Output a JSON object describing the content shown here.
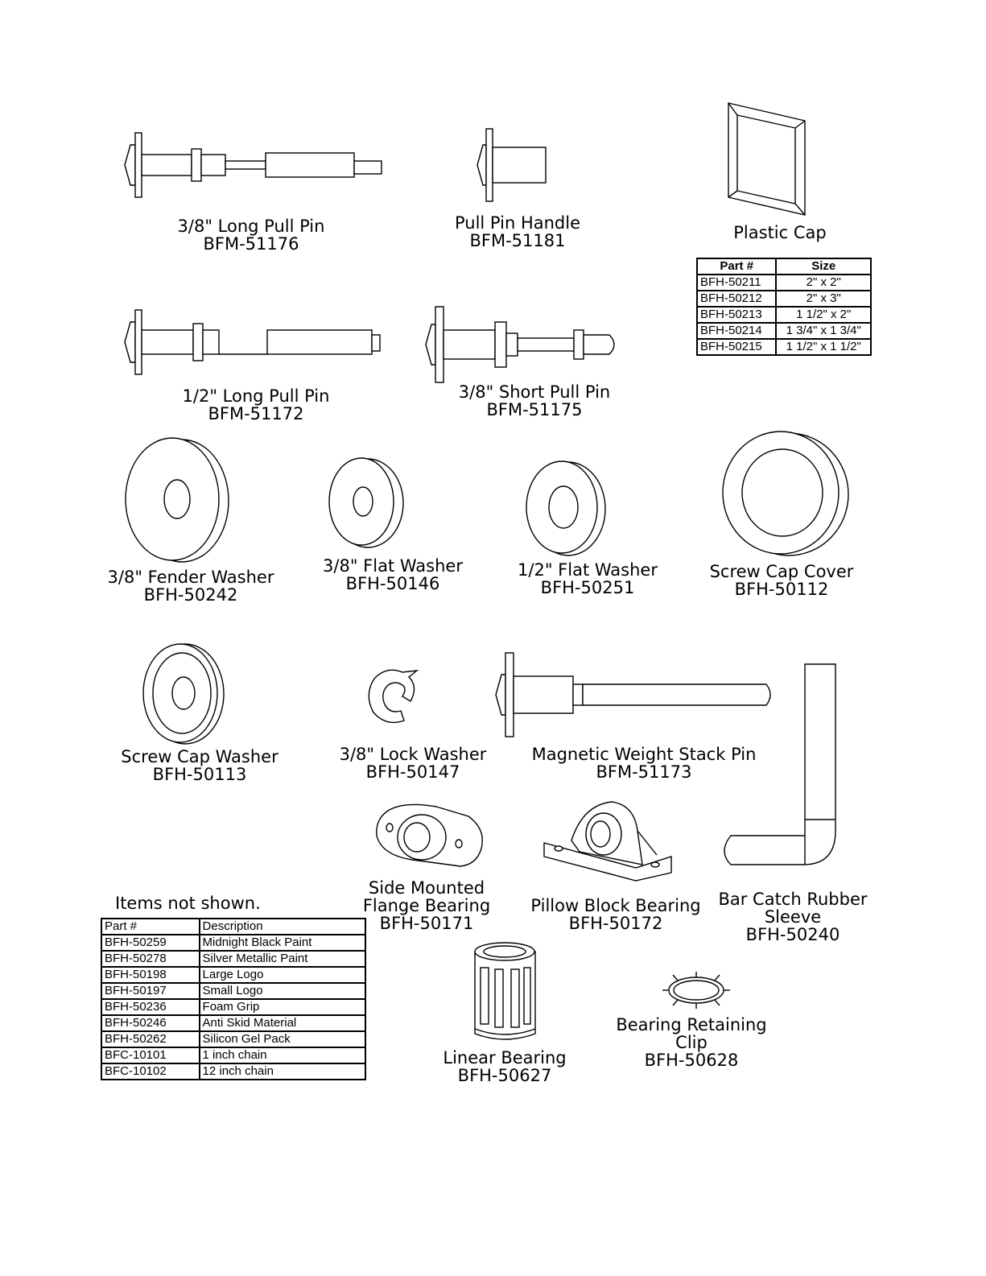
{
  "parts": {
    "long_pull_pin_38": {
      "name": "3/8\" Long Pull Pin",
      "code": "BFM-51176"
    },
    "pull_pin_handle": {
      "name": "Pull Pin Handle",
      "code": "BFM-51181"
    },
    "plastic_cap": {
      "name": "Plastic Cap"
    },
    "long_pull_pin_12": {
      "name": "1/2\" Long Pull Pin",
      "code": "BFM-51172"
    },
    "short_pull_pin_38": {
      "name": "3/8\" Short Pull Pin",
      "code": "BFM-51175"
    },
    "fender_washer": {
      "name": "3/8\" Fender Washer",
      "code": "BFH-50242"
    },
    "flat_washer_38": {
      "name": "3/8\" Flat Washer",
      "code": "BFH-50146"
    },
    "flat_washer_12": {
      "name": "1/2\" Flat Washer",
      "code": "BFH-50251"
    },
    "screw_cap_cover": {
      "name": "Screw Cap Cover",
      "code": "BFH-50112"
    },
    "screw_cap_washer": {
      "name": "Screw Cap Washer",
      "code": "BFH-50113"
    },
    "lock_washer": {
      "name": "3/8\" Lock Washer",
      "code": "BFH-50147"
    },
    "magnetic_pin": {
      "name": "Magnetic Weight Stack Pin",
      "code": "BFM-51173"
    },
    "flange_bearing": {
      "line1": "Side Mounted",
      "line2": "Flange Bearing",
      "code": "BFH-50171"
    },
    "pillow_block": {
      "name": "Pillow Block Bearing",
      "code": "BFH-50172"
    },
    "bar_catch": {
      "line1": "Bar Catch Rubber",
      "line2": "Sleeve",
      "code": "BFH-50240"
    },
    "linear_bearing": {
      "name": "Linear Bearing",
      "code": "BFH-50627"
    },
    "retaining_clip": {
      "line1": "Bearing Retaining",
      "line2": "Clip",
      "code": "BFH-50628"
    }
  },
  "cap_table": {
    "headers": [
      "Part #",
      "Size"
    ],
    "rows": [
      [
        "BFH-50211",
        "2\" x 2\""
      ],
      [
        "BFH-50212",
        "2\" x 3\""
      ],
      [
        "BFH-50213",
        "1 1/2\" x 2\""
      ],
      [
        "BFH-50214",
        "1 3/4\" x 1 3/4\""
      ],
      [
        "BFH-50215",
        "1 1/2\" x 1 1/2\""
      ]
    ]
  },
  "not_shown": {
    "title": "Items not shown.",
    "headers": [
      "Part #",
      "Description"
    ],
    "rows": [
      [
        "BFH-50259",
        "Midnight Black Paint"
      ],
      [
        "BFH-50278",
        "Silver Metallic Paint"
      ],
      [
        "BFH-50198",
        "Large Logo"
      ],
      [
        "BFH-50197",
        "Small Logo"
      ],
      [
        "BFH-50236",
        "Foam Grip"
      ],
      [
        "BFH-50246",
        "Anti Skid Material"
      ],
      [
        "BFH-50262",
        "Silicon Gel Pack"
      ],
      [
        "BFC-10101",
        "1 inch chain"
      ],
      [
        "BFC-10102",
        "12 inch chain"
      ]
    ]
  }
}
